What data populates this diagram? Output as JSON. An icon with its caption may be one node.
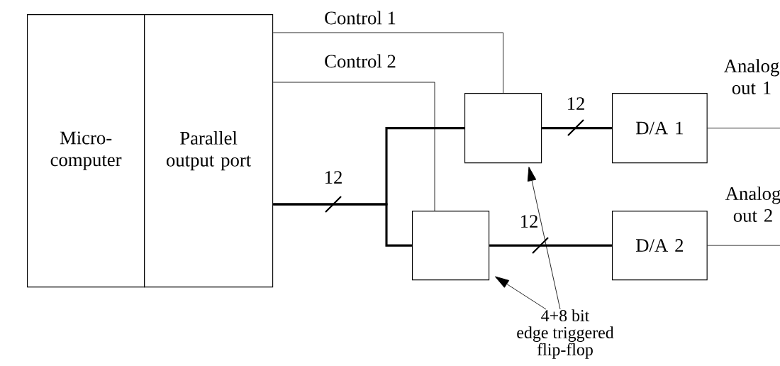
{
  "diagram": {
    "nodes": [
      {
        "text": [
          "Micro- computer"
        ]
      },
      {
        "text": [
          "Parallel output port"
        ]
      },
      {
        "text": [],
        "shape": "box"
      },
      {
        "text": [],
        "shape": "box"
      },
      {
        "text": [
          "D/A 1"
        ]
      },
      {
        "text": [
          "D/A 2"
        ]
      },
      {
        "text": [
          "4+8 bit edge triggered flip-flop"
        ]
      }
    ],
    "edges": [
      {
        "from": 1,
        "to": 2,
        "arrow": "none",
        "label": "Control 1"
      },
      {
        "from": 1,
        "to": 3,
        "arrow": "none",
        "label": "Control 2"
      },
      {
        "from": 1,
        "to": 2,
        "arrow": "none",
        "style": "thick",
        "label": "12"
      },
      {
        "from": 1,
        "to": 3,
        "arrow": "none",
        "style": "thick"
      },
      {
        "from": 2,
        "to": 4,
        "arrow": "none",
        "style": "thick",
        "label": "12"
      },
      {
        "from": 3,
        "to": 5,
        "arrow": "none",
        "style": "thick",
        "label": "12"
      },
      {
        "from": 4,
        "to": null,
        "arrow": "none",
        "label": "Analog out 1"
      },
      {
        "from": 5,
        "to": null,
        "arrow": "none",
        "label": "Analog out 2"
      },
      {
        "from": 6,
        "to": 3,
        "arrow": "to"
      },
      {
        "from": 6,
        "to": 2,
        "arrow": "to"
      }
    ]
  }
}
